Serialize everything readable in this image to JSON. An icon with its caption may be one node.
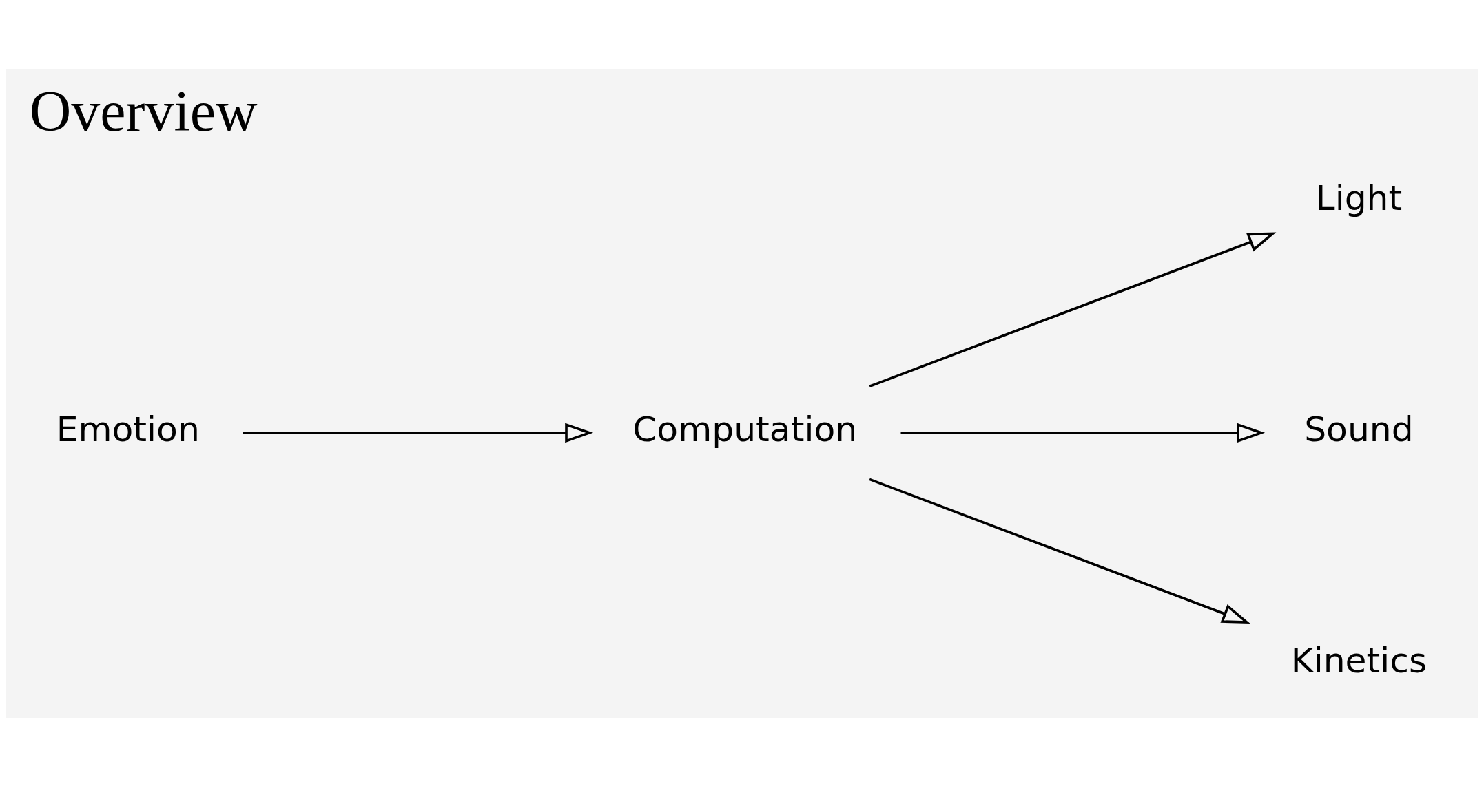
{
  "diagram": {
    "title": "Overview",
    "nodes": [
      {
        "text": [
          "Emotion"
        ]
      },
      {
        "text": [
          "Computation"
        ]
      },
      {
        "text": [
          "Light"
        ]
      },
      {
        "text": [
          "Sound"
        ]
      },
      {
        "text": [
          "Kinetics"
        ]
      }
    ],
    "edges": [
      {
        "from": 0,
        "to": 1,
        "arrow": "to"
      },
      {
        "from": 1,
        "to": 2,
        "arrow": "to"
      },
      {
        "from": 1,
        "to": 3,
        "arrow": "to"
      },
      {
        "from": 1,
        "to": 4,
        "arrow": "to"
      }
    ]
  }
}
